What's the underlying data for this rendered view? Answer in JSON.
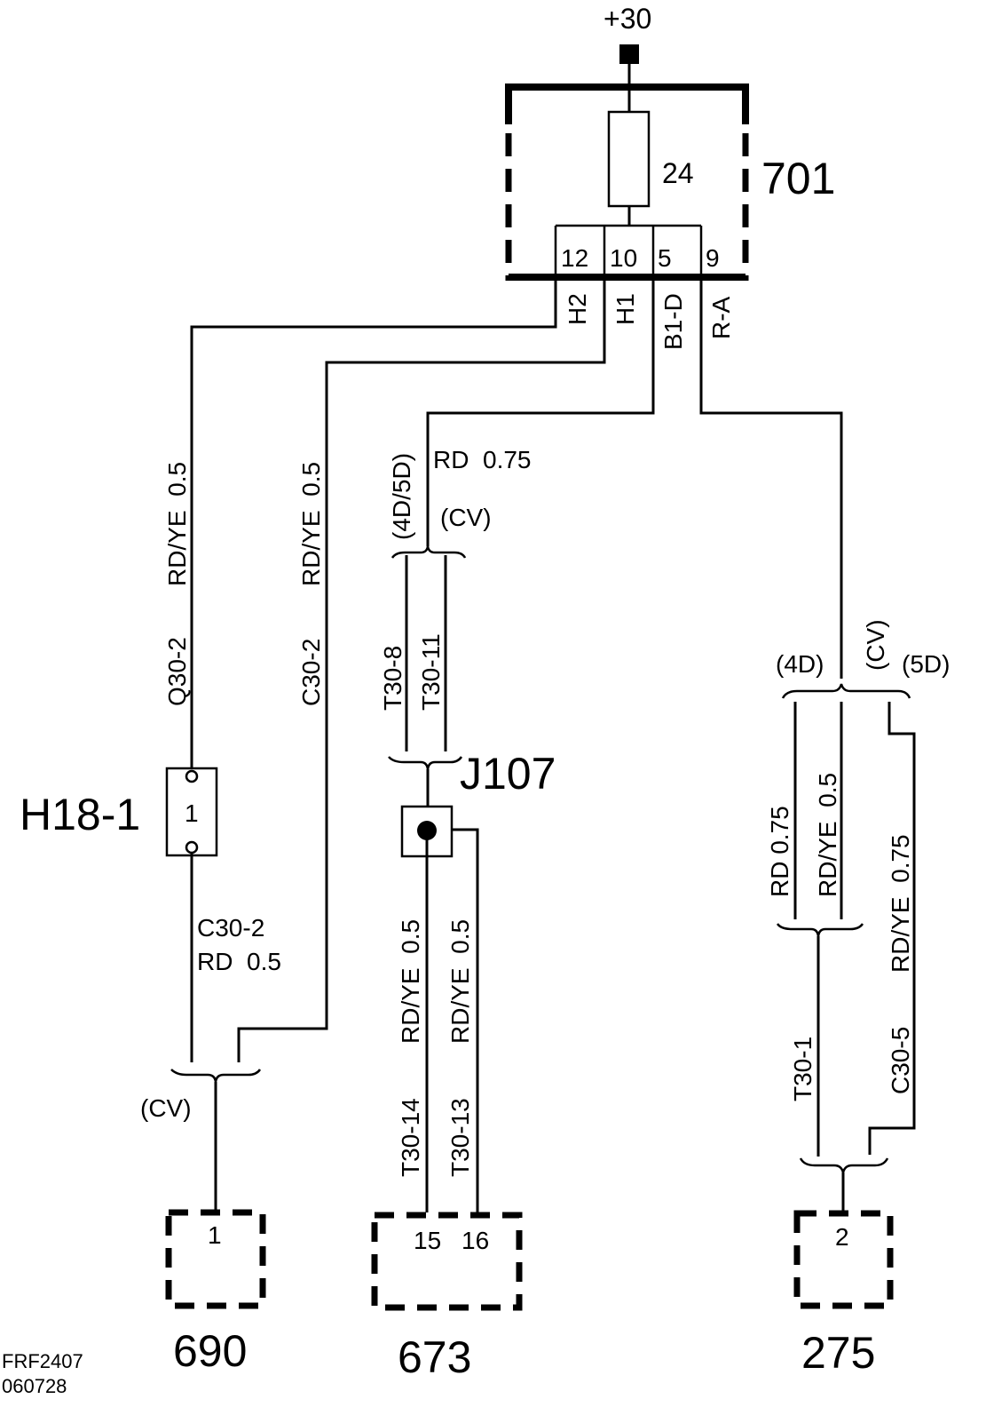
{
  "supply": "+30",
  "components": {
    "fusebox": {
      "ref": "701",
      "fuse": "24",
      "pins": [
        "12",
        "10",
        "5",
        "9"
      ],
      "outputs": [
        "H2",
        "H1",
        "B1-D",
        "R-A"
      ]
    },
    "h18": {
      "ref": "H18-1",
      "pin": "1"
    },
    "j107": {
      "ref": "J107"
    },
    "c690": {
      "ref": "690",
      "pin": "1"
    },
    "c673": {
      "ref": "673",
      "pins": [
        "15",
        "16"
      ]
    },
    "c275": {
      "ref": "275",
      "pin": "2"
    }
  },
  "wires": {
    "q30_2": {
      "id": "Q30-2",
      "spec": "RD/YE  0.5"
    },
    "c30_2_left": {
      "id": "C30-2",
      "spec": "RD/YE  0.5"
    },
    "c30_2_lower": {
      "id": "C30-2",
      "spec": "RD  0.5"
    },
    "b1d": {
      "spec": "RD  0.75"
    },
    "t30_8": {
      "id": "T30-8"
    },
    "t30_11": {
      "id": "T30-11"
    },
    "t30_14": {
      "id": "T30-14",
      "spec": "RD/YE  0.5"
    },
    "t30_13": {
      "id": "T30-13",
      "spec": "RD/YE  0.5"
    },
    "rd075": {
      "spec": "RD 0.75"
    },
    "rdye05": {
      "spec": "RD/YE  0.5"
    },
    "t30_1": {
      "id": "T30-1"
    },
    "c30_5": {
      "id": "C30-5",
      "spec": "RD/YE  0.75"
    }
  },
  "variants": {
    "cv": "(CV)",
    "d45": "(4D/5D)",
    "d4": "(4D)",
    "d5": "(5D)"
  },
  "footer": {
    "code": "FRF2407",
    "date": "060728"
  }
}
